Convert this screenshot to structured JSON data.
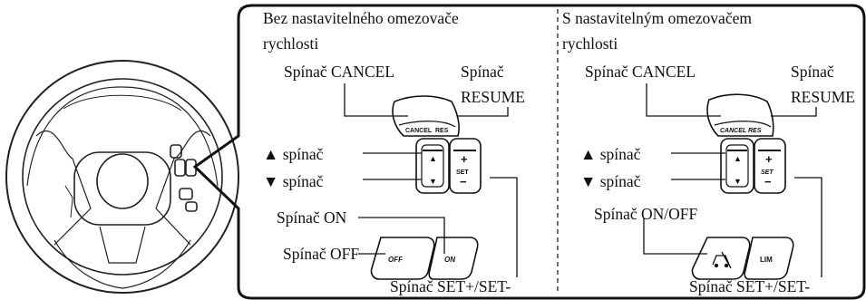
{
  "left_panel": {
    "heading_line1": "Bez nastavitelného omezovače",
    "heading_line2": "rychlosti",
    "cancel_switch": "Spínač CANCEL",
    "resume_switch_line1": "Spínač",
    "resume_switch_line2": "RESUME",
    "up_switch": "▲ spínač",
    "down_switch": "▼ spínač",
    "on_switch": "Spínač ON",
    "off_switch": "Spínač OFF",
    "set_switch": "Spínač SET+/SET-",
    "button_labels": {
      "cancel": "CANCEL",
      "res": "RES",
      "set": "SET",
      "plus": "+",
      "minus": "−",
      "off": "OFF",
      "on": "ON"
    }
  },
  "right_panel": {
    "heading_line1": "S nastavitelným omezovačem",
    "heading_line2": "rychlosti",
    "cancel_switch": "Spínač CANCEL",
    "resume_switch_line1": "Spínač",
    "resume_switch_line2": "RESUME",
    "up_switch": "▲ spínač",
    "down_switch": "▼ spínač",
    "onoff_switch": "Spínač ON/OFF",
    "set_switch": "Spínač SET+/SET-",
    "button_labels": {
      "cancel_res": "CANCEL RES",
      "set": "SET",
      "plus": "+",
      "minus": "−",
      "lim": "LIM"
    }
  }
}
